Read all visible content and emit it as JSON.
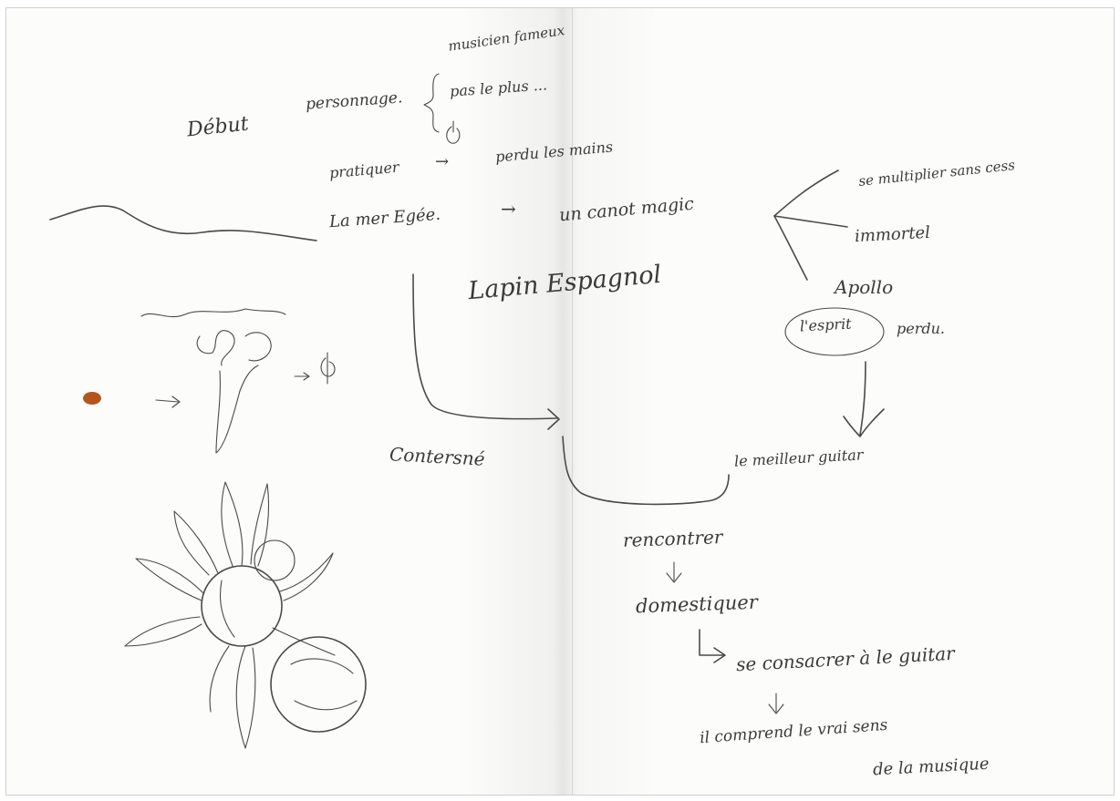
{
  "notes": {
    "debut": "Début",
    "personnage": "personnage.",
    "musicien": "musicien fameux",
    "pas_le_plus": "pas le plus ...",
    "pratiquer": "pratiquer",
    "arrow1": "→",
    "perdu_mains": "perdu les mains",
    "la_mer": "La mer Egée.",
    "arrow2": "→",
    "canot": "un canot magic",
    "multiplier": "se multiplier sans cess",
    "immortel": "immortel",
    "apollo": "Apollo",
    "esprit": "l'esprit",
    "perdu": "perdu.",
    "lapin": "Lapin Espagnol",
    "contersne": "Contersné",
    "meilleur": "le meilleur guitar",
    "rencontrer": "rencontrer",
    "domestiquer": "domestiquer",
    "consacrer": "se consacrer à le guitar",
    "comprend": "il comprend le vrai sens",
    "de_la_musique": "de la musique"
  },
  "colors": {
    "ink": "#3a3a3a",
    "paper": "#fcfcfb",
    "seed": "#b4551e"
  }
}
